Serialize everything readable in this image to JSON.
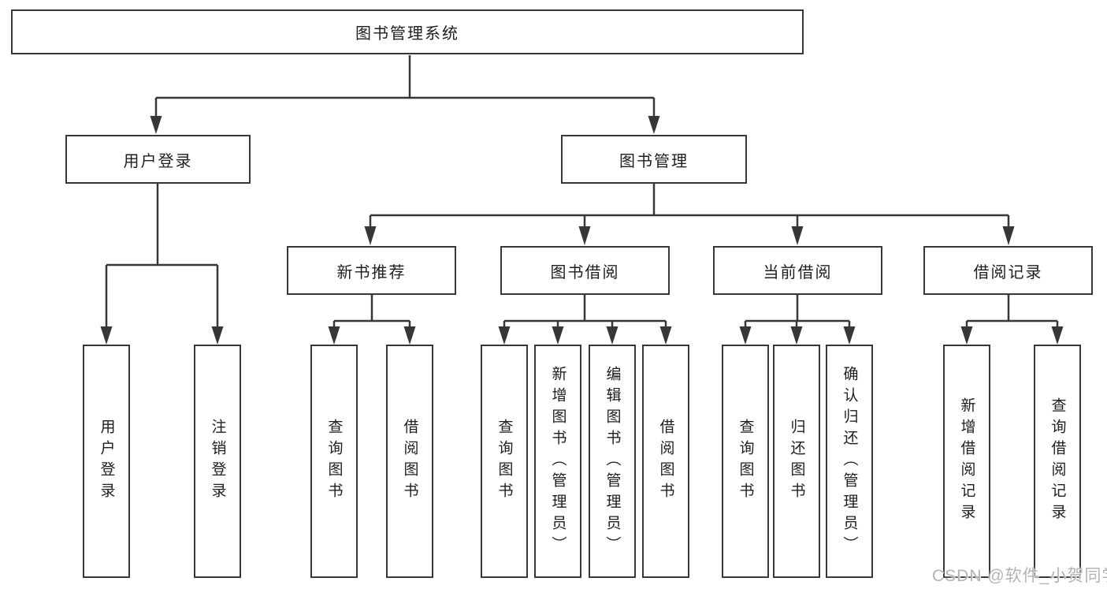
{
  "colors": {
    "line": "#373737",
    "node_border": "#373737",
    "text": "#1e1e1e",
    "watermark": "#b3b3b3",
    "background": "#ffffff"
  },
  "watermark": {
    "text": "CSDN @软件_小贺同学"
  },
  "tree": {
    "root": {
      "label": "图书管理系统",
      "children": [
        {
          "label": "用户登录",
          "children": [
            {
              "label": "用户登录"
            },
            {
              "label": "注销登录"
            }
          ]
        },
        {
          "label": "图书管理",
          "children": [
            {
              "label": "新书推荐",
              "children": [
                {
                  "label": "查询图书"
                },
                {
                  "label": "借阅图书"
                }
              ]
            },
            {
              "label": "图书借阅",
              "children": [
                {
                  "label": "查询图书"
                },
                {
                  "label": "新增图书（管理员）"
                },
                {
                  "label": "编辑图书（管理员）"
                },
                {
                  "label": "借阅图书"
                }
              ]
            },
            {
              "label": "当前借阅",
              "children": [
                {
                  "label": "查询图书"
                },
                {
                  "label": "归还图书"
                },
                {
                  "label": "确认归还（管理员）"
                }
              ]
            },
            {
              "label": "借阅记录",
              "children": [
                {
                  "label": "新增借阅记录"
                },
                {
                  "label": "查询借阅记录"
                }
              ]
            }
          ]
        }
      ]
    }
  }
}
